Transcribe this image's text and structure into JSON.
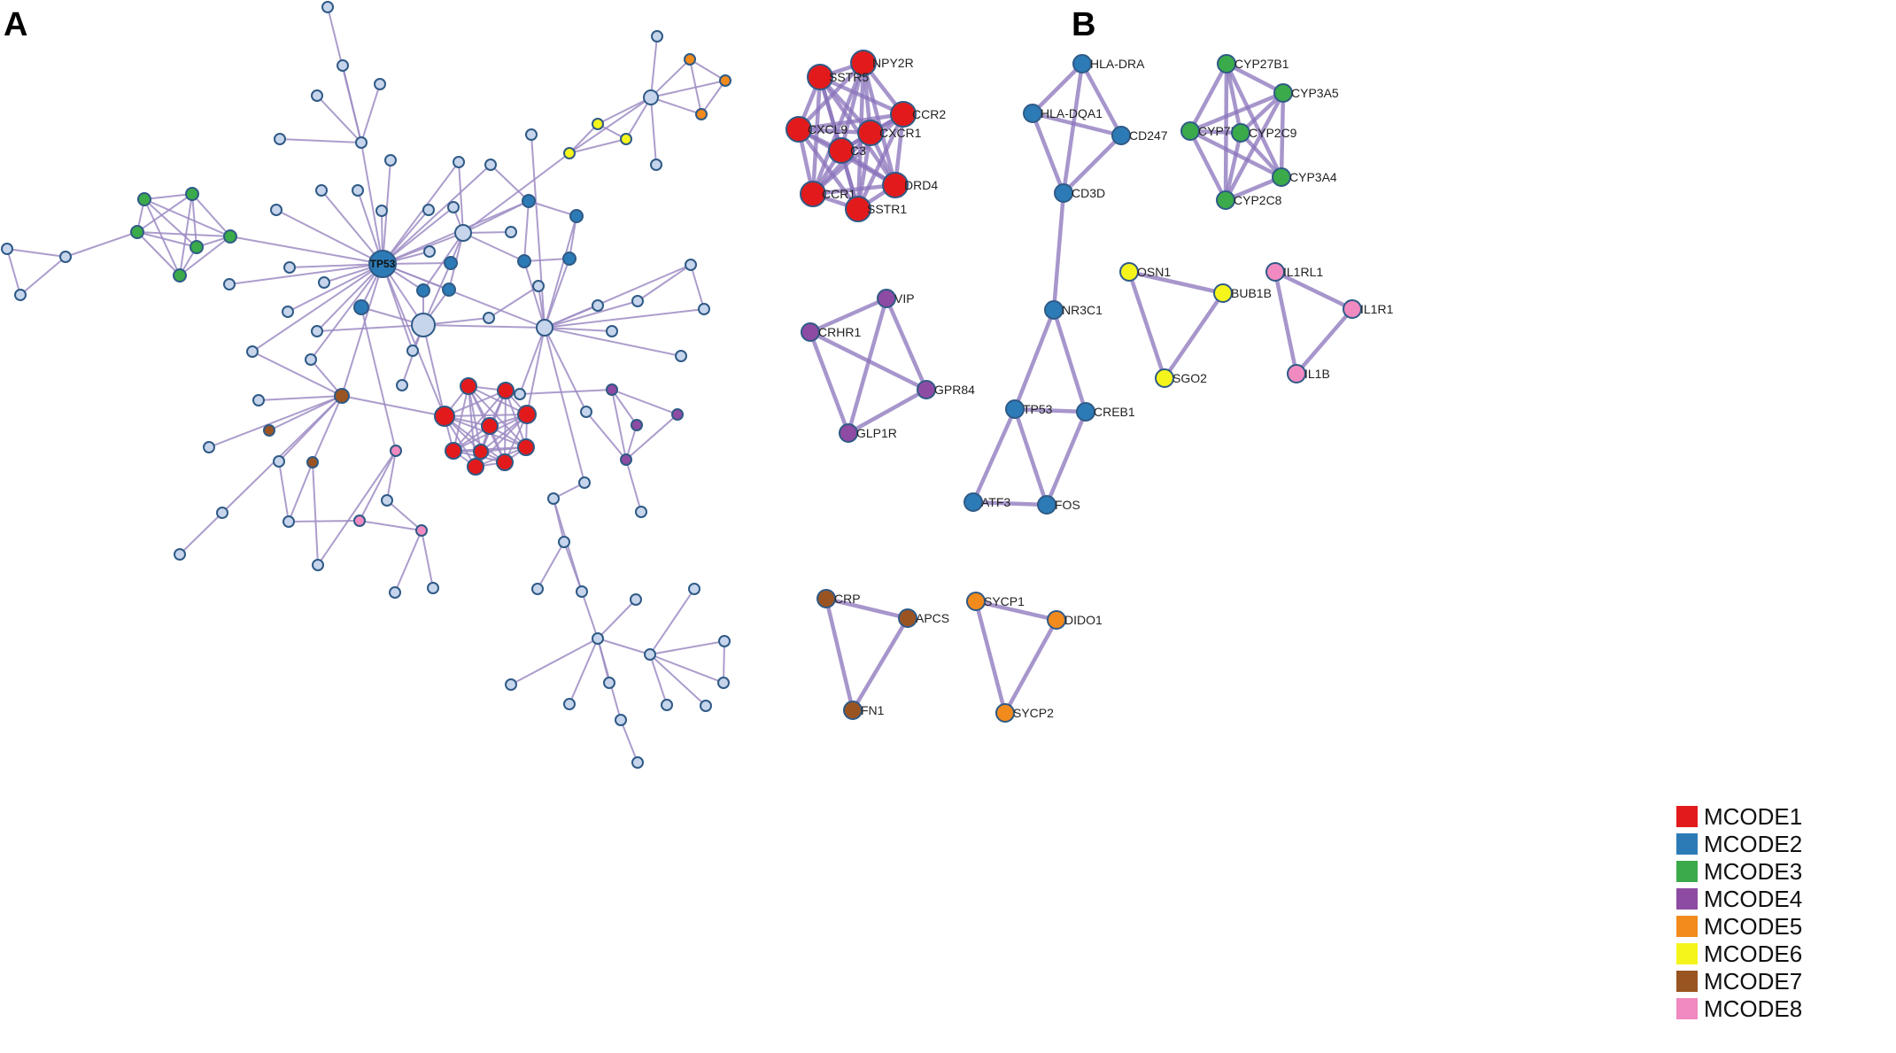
{
  "panels": {
    "a": "A",
    "b": "B"
  },
  "colors": {
    "MCODE1": "#e31a1c",
    "MCODE2": "#2c7bb6",
    "MCODE3": "#3aaa4a",
    "MCODE4": "#8e4ba3",
    "MCODE5": "#f28a1c",
    "MCODE6": "#f5f51c",
    "MCODE7": "#9a5422",
    "MCODE8": "#f08ac0",
    "other": "#c6d5ec"
  },
  "legend": [
    "MCODE1",
    "MCODE2",
    "MCODE3",
    "MCODE4",
    "MCODE5",
    "MCODE6",
    "MCODE7",
    "MCODE8"
  ],
  "network_a": {
    "hub_label": "TP53",
    "node_count": 150
  },
  "network_b": {
    "modules": [
      {
        "cluster": "MCODE1",
        "genes": [
          "NPY2R",
          "SSTR5",
          "CCR2",
          "CXCL9",
          "CXCR1",
          "C3",
          "DRD4",
          "CCR1",
          "SSTR1"
        ]
      },
      {
        "cluster": "MCODE2",
        "genes": [
          "HLA-DRA",
          "HLA-DQA1",
          "CD247",
          "CD3D",
          "NR3C1",
          "TP53",
          "CREB1",
          "ATF3",
          "FOS"
        ]
      },
      {
        "cluster": "MCODE3",
        "genes": [
          "CYP27B1",
          "CYP3A5",
          "CYP7B1",
          "CYP2C9",
          "CYP3A4",
          "CYP2C8"
        ]
      },
      {
        "cluster": "MCODE4",
        "genes": [
          "VIP",
          "CRHR1",
          "GPR84",
          "GLP1R"
        ]
      },
      {
        "cluster": "MCODE6",
        "genes": [
          "OSN1",
          "BUB1B",
          "SGO2"
        ]
      },
      {
        "cluster": "MCODE8",
        "genes": [
          "IL1RL1",
          "IL1R1",
          "IL1B"
        ]
      },
      {
        "cluster": "MCODE7",
        "genes": [
          "CRP",
          "APCS",
          "FN1"
        ]
      },
      {
        "cluster": "MCODE5",
        "genes": [
          "SYCP1",
          "DIDO1",
          "SYCP2"
        ]
      }
    ]
  }
}
